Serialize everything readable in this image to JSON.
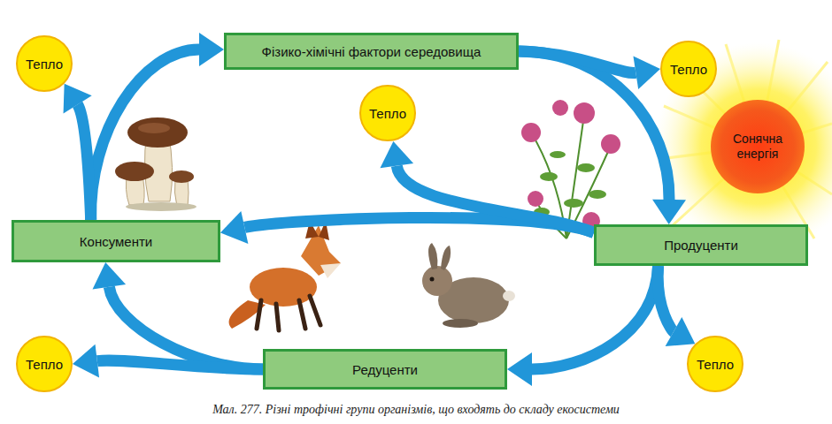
{
  "diagram": {
    "caption": "Мал. 277. Різні трофічні групи організмів, що входять до складу екосистеми",
    "nodes": [
      {
        "text": [
          "Тепло"
        ]
      },
      {
        "text": [
          "Фізико-хімічні фактори середовища"
        ]
      },
      {
        "text": [
          "Тепло"
        ]
      },
      {
        "text": [
          "Тепло"
        ]
      },
      {
        "text": [
          "Сонячна енергія"
        ]
      },
      {
        "text": [
          "Консументи"
        ]
      },
      {
        "text": [
          "Продуценти"
        ]
      },
      {
        "text": [
          "Тепло"
        ]
      },
      {
        "text": [
          "Редуценти"
        ]
      },
      {
        "text": [
          "Тепло"
        ]
      }
    ],
    "edges": [
      {
        "from": 1,
        "to": 6,
        "arrow": "to"
      },
      {
        "from": 1,
        "to": 2,
        "arrow": "to"
      },
      {
        "from": 6,
        "to": 5,
        "arrow": "to"
      },
      {
        "from": 6,
        "to": 3,
        "arrow": "to"
      },
      {
        "from": 6,
        "to": 8,
        "arrow": "to"
      },
      {
        "from": 6,
        "to": 9,
        "arrow": "to"
      },
      {
        "from": 8,
        "to": 5,
        "arrow": "to"
      },
      {
        "from": 8,
        "to": 7,
        "arrow": "to"
      },
      {
        "from": 5,
        "to": 1,
        "arrow": "to"
      },
      {
        "from": 5,
        "to": 0,
        "arrow": "to"
      }
    ]
  }
}
